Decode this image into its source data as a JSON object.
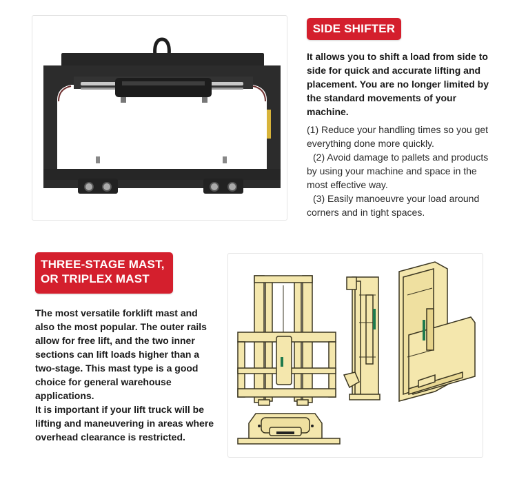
{
  "side_shifter": {
    "title": "SIDE SHIFTER",
    "intro": "It allows you to shift a load from side to side for quick and accurate lifting and placement. You are no longer limited by the standard movements of your machine.",
    "points": [
      "(1) Reduce your handling times so you get everything done more quickly.",
      "(2) Avoid damage to pallets and products by using your machine and space in the most effective way.",
      "(3) Easily manoeuvre your load around corners and in tight spaces."
    ]
  },
  "triplex_mast": {
    "title_lines": [
      "THREE-STAGE MAST,",
      "OR TRIPLEX MAST"
    ],
    "description": "The most versatile forklift mast and also the most popular. The outer rails allow for free lift, and the two inner sections can lift loads higher than a two-stage. This mast type is a good choice for general warehouse applications.",
    "note": "It is important if your lift truck will be lifting and maneuvering in areas where overhead clearance is restricted."
  },
  "colors": {
    "accent": "#d41f2d",
    "frame_dark": "#2a2a2a",
    "drawing_fill": "#f4e7ad",
    "drawing_stroke": "#3a3520"
  }
}
